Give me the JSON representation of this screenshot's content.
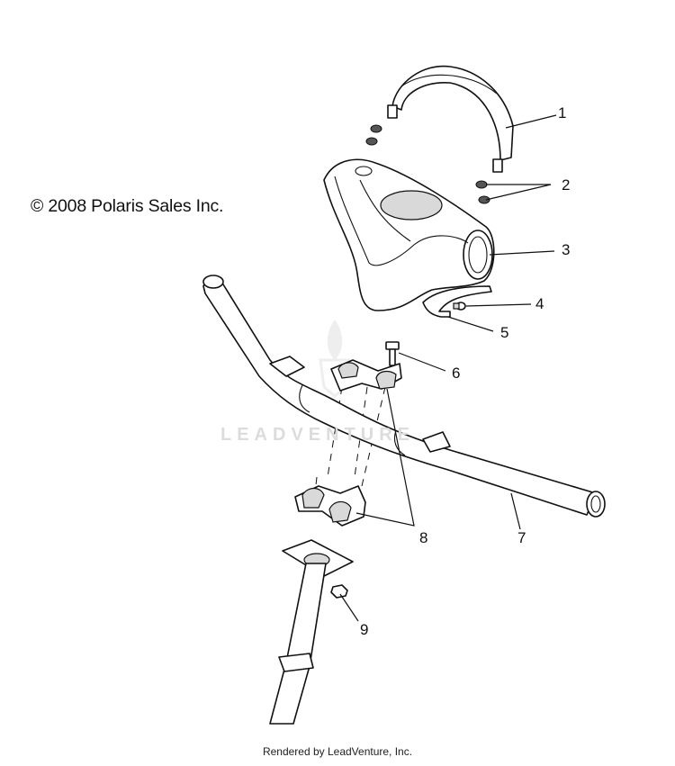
{
  "copyright": "© 2008 Polaris Sales Inc.",
  "watermark": "LEADVENTURE",
  "footer": "Rendered by LeadVenture, Inc.",
  "callouts": [
    "1",
    "2",
    "3",
    "4",
    "5",
    "6",
    "7",
    "8",
    "9"
  ],
  "parts": [
    {
      "callout": "1",
      "icon": "handlebar-cover-trim-icon"
    },
    {
      "callout": "2",
      "icon": "nut-icon"
    },
    {
      "callout": "3",
      "icon": "handlebar-pod-cover-icon"
    },
    {
      "callout": "4",
      "icon": "screw-icon"
    },
    {
      "callout": "5",
      "icon": "clip-bracket-icon"
    },
    {
      "callout": "6",
      "icon": "bolt-icon"
    },
    {
      "callout": "7",
      "icon": "handlebar-icon"
    },
    {
      "callout": "8",
      "icon": "handlebar-clamp-icon"
    },
    {
      "callout": "9",
      "icon": "nut-icon"
    }
  ]
}
